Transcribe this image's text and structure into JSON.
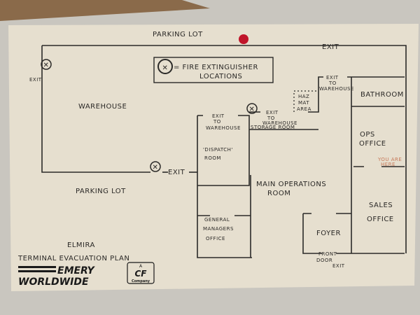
{
  "colors": {
    "paper": "#e6dfcf",
    "cork": "#8a6a4a",
    "wall": "#c9c6bf",
    "ink": "#2a2826",
    "pin": "#c0152a",
    "you_are_here": "#c77a5a"
  },
  "legend": {
    "icon": "fire-extinguisher-icon",
    "text_line1": "= FIRE EXTINGUISHER",
    "text_line2": "LOCATIONS"
  },
  "labels": {
    "parking_lot_top": "PARKING LOT",
    "parking_lot_bottom": "PARKING LOT",
    "exit_top": "EXIT",
    "exit_left": "EXIT",
    "exit_warehouse_bottom": "EXIT",
    "warehouse": "WAREHOUSE",
    "exit_to_warehouse_1": [
      "EXIT",
      "TO",
      "WAREHOUSE"
    ],
    "exit_to_warehouse_2": [
      "EXIT",
      "TO",
      "WAREHOUSE"
    ],
    "exit_to_warehouse_3": [
      "EXIT",
      "TO",
      "WAREHOUSE"
    ],
    "haz_mat": [
      "HAZ",
      "MAT",
      "AREA"
    ],
    "storage_room": "STORAGE ROOM",
    "bathroom": "BATHROOM",
    "dispatch": [
      "'DISPATCH'",
      "ROOM"
    ],
    "ops_office": [
      "OPS",
      "OFFICE"
    ],
    "you_are_here": [
      "YOU ARE",
      "HERE"
    ],
    "main_operations": [
      "MAIN OPERATIONS",
      "ROOM"
    ],
    "sales_office": [
      "SALES",
      "OFFICE"
    ],
    "general_managers": [
      "GENERAL",
      "MANAGERS",
      "OFFICE"
    ],
    "foyer": "FOYER",
    "front_door": [
      "FRONT",
      "DOOR",
      "EXIT"
    ]
  },
  "title": {
    "line1": "ELMIRA",
    "line2": "TERMINAL EVACUATION PLAN"
  },
  "logo": {
    "line1": "EMERY",
    "line2": "WORLDWIDE",
    "badge_top": "A",
    "badge_mid": "CF",
    "badge_bottom": "Company"
  }
}
